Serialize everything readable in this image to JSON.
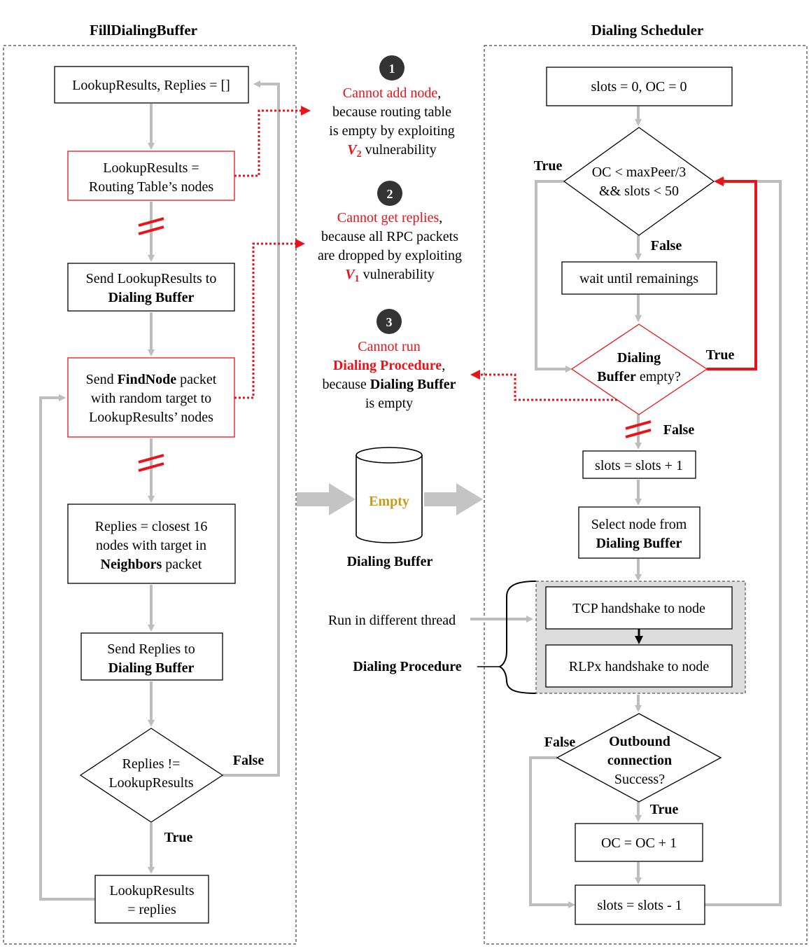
{
  "titles": {
    "left": "FillDialingBuffer",
    "right": "Dialing Scheduler"
  },
  "left": {
    "init": "LookupResults, Replies = []",
    "routing": [
      "LookupResults =",
      "Routing Table’s nodes"
    ],
    "send_lookup": [
      "Send LookupResults to",
      "Dialing Buffer"
    ],
    "findnode": {
      "pre": "Send ",
      "bold": "FindNode",
      "post": " packet",
      "l2": "with random target to",
      "l3": "LookupResults’ nodes"
    },
    "replies": {
      "l1": "Replies = closest 16",
      "l2": "nodes with target in",
      "l3bold": "Neighbors",
      "l3rest": " packet"
    },
    "send_replies": [
      "Send Replies to",
      "Dialing Buffer"
    ],
    "diamond": [
      "Replies !=",
      "LookupResults"
    ],
    "false_label": "False",
    "true_label": "True",
    "assign": [
      "LookupResults",
      "= replies"
    ]
  },
  "annotations": [
    {
      "num": "1",
      "red": "Cannot add node",
      "l2": "because routing table",
      "l3": "is empty by exploiting",
      "vsym": "V",
      "vsub": "2",
      "vrest": " vulnerability"
    },
    {
      "num": "2",
      "red": "Cannot get replies",
      "l2": "because all RPC packets",
      "l3": "are dropped by exploiting",
      "vsym": "V",
      "vsub": "1",
      "vrest": " vulnerability"
    },
    {
      "num": "3",
      "red1": "Cannot run",
      "red2": "Dialing Procedure",
      "l3a": "because ",
      "l3b": "Dialing Buffer",
      "l4": "is empty"
    }
  ],
  "center": {
    "buffer_state": "Empty",
    "buffer_label": "Dialing Buffer",
    "thread_label": "Run in different thread",
    "procedure_label": "Dialing Procedure"
  },
  "right": {
    "init": "slots = 0, OC = 0",
    "cond": [
      "OC < maxPeer/3",
      "&& slots < 50"
    ],
    "true1": "True",
    "false1": "False",
    "wait": "wait until remainings",
    "empty_q": [
      "Dialing",
      "Buffer",
      " empty?"
    ],
    "true2": "True",
    "false2": "False",
    "inc": "slots = slots + 1",
    "select": [
      "Select node from",
      "Dialing Buffer"
    ],
    "tcp": "TCP handshake to node",
    "rlpx": "RLPx handshake to node",
    "outbound": [
      "Outbound",
      "connection",
      "Success?"
    ],
    "false3": "False",
    "true3": "True",
    "oc_inc": "OC = OC + 1",
    "dec": "slots = slots - 1"
  }
}
